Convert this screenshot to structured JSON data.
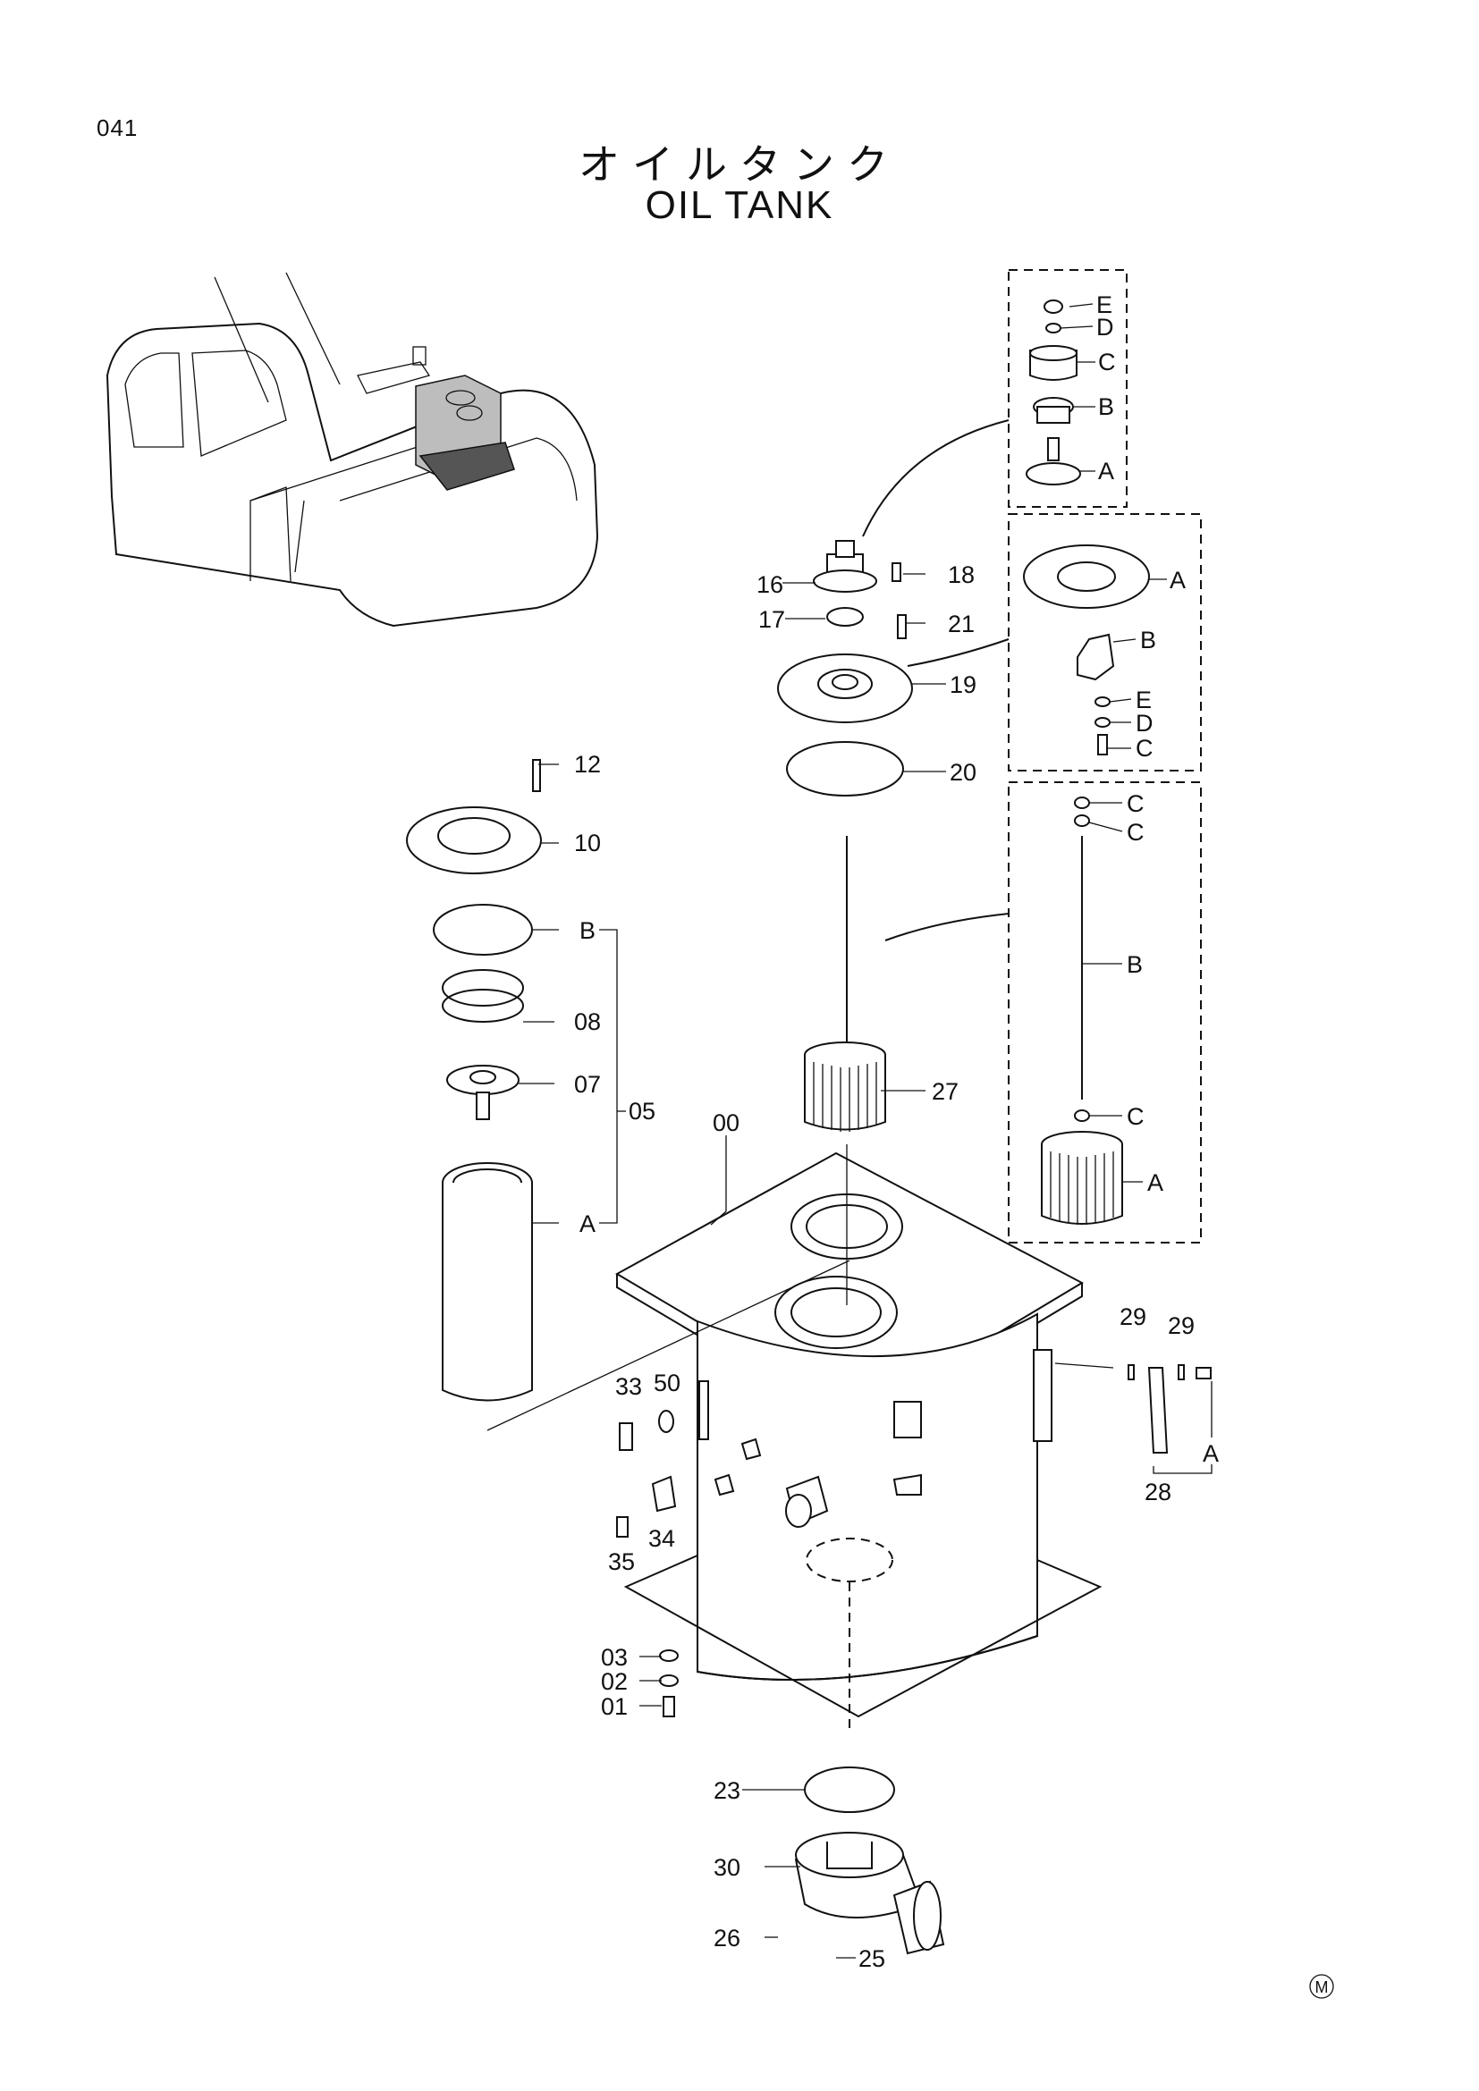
{
  "header": {
    "page_number": "041",
    "title_jp": "オイルタンク",
    "title_en": "OIL TANK"
  },
  "labels": {
    "l00": "00",
    "l01": "01",
    "l02": "02",
    "l03": "03",
    "l05": "05",
    "l07": "07",
    "l08": "08",
    "l10": "10",
    "l12": "12",
    "l16": "16",
    "l17": "17",
    "l18": "18",
    "l19": "19",
    "l20": "20",
    "l21": "21",
    "l23": "23",
    "l25": "25",
    "l26": "26",
    "l27": "27",
    "l28": "28",
    "l29": "29",
    "l30": "30",
    "l33": "33",
    "l34": "34",
    "l35": "35",
    "l50": "50",
    "A": "A",
    "B": "B",
    "C": "C",
    "D": "D",
    "E": "E"
  },
  "mark": "M"
}
